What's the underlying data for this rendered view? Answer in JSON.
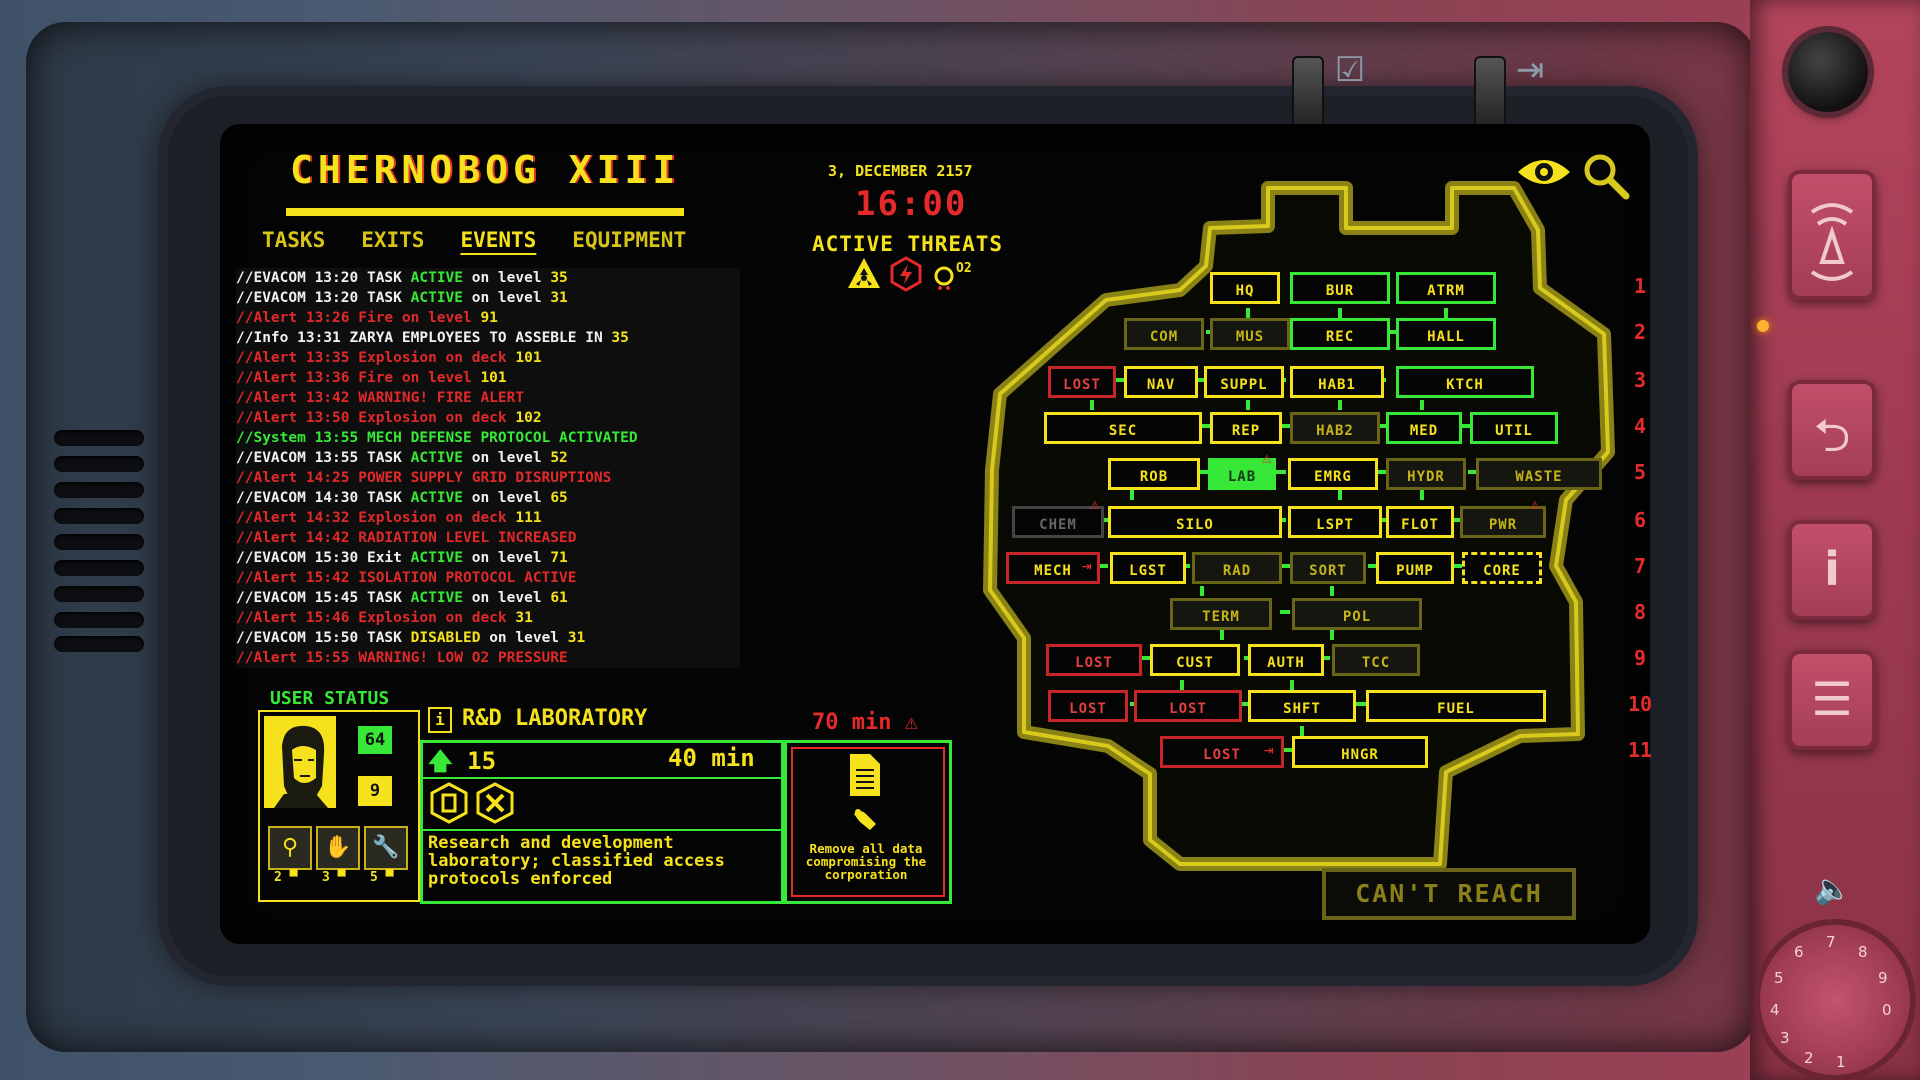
{
  "station": {
    "title": "CHERNOBOG XIII"
  },
  "tabs": [
    {
      "label": "TASKS",
      "active": false
    },
    {
      "label": "EXITS",
      "active": false
    },
    {
      "label": "EVENTS",
      "active": true
    },
    {
      "label": "EQUIPMENT",
      "active": false
    }
  ],
  "events": [
    {
      "type": "evacom",
      "prefix": "//EVACOM",
      "time": "13:20",
      "parts": [
        "TASK ",
        "ACTIVE",
        " on level ",
        "35"
      ]
    },
    {
      "type": "evacom",
      "prefix": "//EVACOM",
      "time": "13:20",
      "parts": [
        "TASK ",
        "ACTIVE",
        " on level ",
        "31"
      ]
    },
    {
      "type": "alert",
      "prefix": "//Alert",
      "time": "13:26",
      "parts": [
        "Fire on level ",
        "91"
      ]
    },
    {
      "type": "info",
      "prefix": "//Info",
      "time": "13:31",
      "parts": [
        "ZARYA EMPLOYEES TO ASSEBLE IN ",
        "35"
      ]
    },
    {
      "type": "alert",
      "prefix": "//Alert",
      "time": "13:35",
      "parts": [
        "Explosion on deck ",
        "101"
      ]
    },
    {
      "type": "alert",
      "prefix": "//Alert",
      "time": "13:36",
      "parts": [
        "Fire on level ",
        "101"
      ]
    },
    {
      "type": "alert",
      "prefix": "//Alert",
      "time": "13:42",
      "parts": [
        "WARNING! FIRE ALERT"
      ]
    },
    {
      "type": "alert",
      "prefix": "//Alert",
      "time": "13:50",
      "parts": [
        "Explosion on deck ",
        "102"
      ]
    },
    {
      "type": "system",
      "prefix": "//System",
      "time": "13:55",
      "parts": [
        "MECH DEFENSE PROTOCOL ACTIVATED"
      ]
    },
    {
      "type": "evacom",
      "prefix": "//EVACOM",
      "time": "13:55",
      "parts": [
        "TASK ",
        "ACTIVE",
        " on level ",
        "52"
      ]
    },
    {
      "type": "alert",
      "prefix": "//Alert",
      "time": "14:25",
      "parts": [
        "POWER SUPPLY GRID DISRUPTIONS"
      ]
    },
    {
      "type": "evacom",
      "prefix": "//EVACOM",
      "time": "14:30",
      "parts": [
        "TASK ",
        "ACTIVE",
        " on level ",
        "65"
      ]
    },
    {
      "type": "alert",
      "prefix": "//Alert",
      "time": "14:32",
      "parts": [
        "Explosion on deck ",
        "111"
      ]
    },
    {
      "type": "alert",
      "prefix": "//Alert",
      "time": "14:42",
      "parts": [
        "RADIATION LEVEL INCREASED"
      ]
    },
    {
      "type": "evacom",
      "prefix": "//EVACOM",
      "time": "15:30",
      "parts": [
        "Exit ",
        "ACTIVE",
        " on level ",
        "71"
      ]
    },
    {
      "type": "alert",
      "prefix": "//Alert",
      "time": "15:42",
      "parts": [
        "ISOLATION PROTOCOL ACTIVE"
      ]
    },
    {
      "type": "evacom",
      "prefix": "//EVACOM",
      "time": "15:45",
      "parts": [
        "TASK ",
        "ACTIVE",
        " on level ",
        "61"
      ]
    },
    {
      "type": "alert",
      "prefix": "//Alert",
      "time": "15:46",
      "parts": [
        "Explosion on deck ",
        "31"
      ]
    },
    {
      "type": "evacom",
      "prefix": "//EVACOM",
      "time": "15:50",
      "parts": [
        "TASK ",
        "DISABLED",
        " on level ",
        "31"
      ]
    },
    {
      "type": "alert",
      "prefix": "//Alert",
      "time": "15:55",
      "parts": [
        "WARNING! LOW O2 PRESSURE"
      ]
    }
  ],
  "clock": {
    "date": "3, DECEMBER 2157",
    "time": "16:00",
    "threats_label": "ACTIVE THREATS",
    "threats": [
      "radiation-icon",
      "power-icon",
      "oxygen-icon"
    ],
    "oxygen_label": "O2"
  },
  "user_status": {
    "label": "USER STATUS",
    "health": "64",
    "cards": "9",
    "skills": [
      {
        "icon": "magnifier-icon",
        "glyph": "⚲",
        "count": "2"
      },
      {
        "icon": "hand-icon",
        "glyph": "✋",
        "count": "3"
      },
      {
        "icon": "wrench-icon",
        "glyph": "🔧",
        "count": "5"
      }
    ]
  },
  "room": {
    "name": "R&D LABORATORY",
    "level": "15",
    "duration": "40 min",
    "description": "Research and development laboratory; classified access protocols enforced"
  },
  "mission": {
    "time": "70 min",
    "description": "Remove all data compromising the corporation"
  },
  "map": {
    "levels": [
      "1",
      "2",
      "3",
      "4",
      "5",
      "6",
      "7",
      "8",
      "9",
      "10",
      "11"
    ],
    "rooms": {
      "hq": "HQ",
      "bur": "BUR",
      "atrm": "ATRM",
      "com": "COM",
      "mus": "MUS",
      "rec": "REC",
      "hall": "HALL",
      "lost3": "LOST",
      "nav": "NAV",
      "suppl": "SUPPL",
      "hab1": "HAB1",
      "ktch": "KTCH",
      "sec": "SEC",
      "rep": "REP",
      "hab2": "HAB2",
      "med": "MED",
      "util": "UTIL",
      "rob": "ROB",
      "lab": "LAB",
      "emrg": "EMRG",
      "hydr": "HYDR",
      "waste": "WASTE",
      "chem": "CHEM",
      "silo": "SILO",
      "lspt": "LSPT",
      "flot": "FLOT",
      "pwr": "PWR",
      "mech": "MECH",
      "lgst": "LGST",
      "rad": "RAD",
      "sort": "SORT",
      "pump": "PUMP",
      "core": "CORE",
      "term": "TERM",
      "pol": "POL",
      "lost9": "LOST",
      "cust": "CUST",
      "auth": "AUTH",
      "tcc": "TCC",
      "lost10a": "LOST",
      "lost10b": "LOST",
      "shft": "SHFT",
      "fuel": "FUEL",
      "lost11": "LOST",
      "hngr": "HNGR"
    },
    "action": "CAN'T REACH"
  },
  "colors": {
    "yellow": "#f6e21c",
    "green": "#38e838",
    "red": "#e42a2a"
  }
}
